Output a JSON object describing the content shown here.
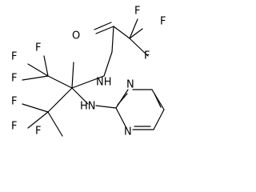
{
  "molecule": {
    "atoms": {
      "f1": "F",
      "f2": "F",
      "f3": "F",
      "f4": "F",
      "f5": "F",
      "f6": "F",
      "f7": "F",
      "f8": "F",
      "f9": "F",
      "o": "O",
      "nh_amide": "NH",
      "nh_amine": "HN",
      "n_ring_1": "N",
      "n_ring_2": "N"
    }
  }
}
